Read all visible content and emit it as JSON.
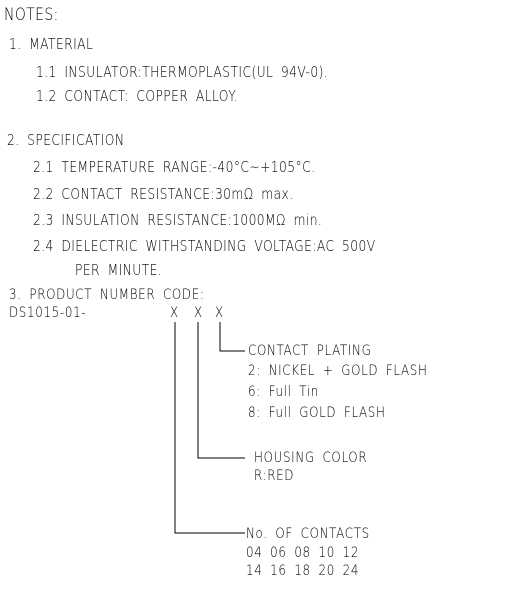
{
  "notes": {
    "title": "NOTES:",
    "material": {
      "heading": "1. MATERIAL",
      "items": [
        "1.1 INSULATOR:THERMOPLASTIC(UL 94V-0).",
        "1.2 CONTACT: COPPER ALLOY."
      ]
    },
    "specification": {
      "heading": "2. SPECIFICATION",
      "items": [
        "2.1 TEMPERATURE RANGE:-40°C~+105°C.",
        "2.2 CONTACT RESISTANCE:30mΩ max.",
        "2.3 INSULATION RESISTANCE:1000MΩ min.",
        "2.4 DIELECTRIC WITHSTANDING VOLTAGE:AC 500V",
        "PER MINUTE."
      ]
    },
    "product_code": {
      "heading": "3. PRODUCT NUMBER CODE:",
      "code": "DS1015-01-",
      "placeholders": [
        "X",
        "X",
        "X"
      ],
      "contact_plating": {
        "label": "CONTACT PLATING",
        "options": [
          "2: NICKEL + GOLD FLASH",
          "6: Full Tin",
          "8: Full GOLD FLASH"
        ]
      },
      "housing_color": {
        "label": "HOUSING COLOR",
        "options": [
          "R:RED"
        ]
      },
      "contacts": {
        "label": "No. OF CONTACTS",
        "rows": [
          "04 06 08 10 12",
          "14 16 18 20 24"
        ]
      }
    }
  }
}
